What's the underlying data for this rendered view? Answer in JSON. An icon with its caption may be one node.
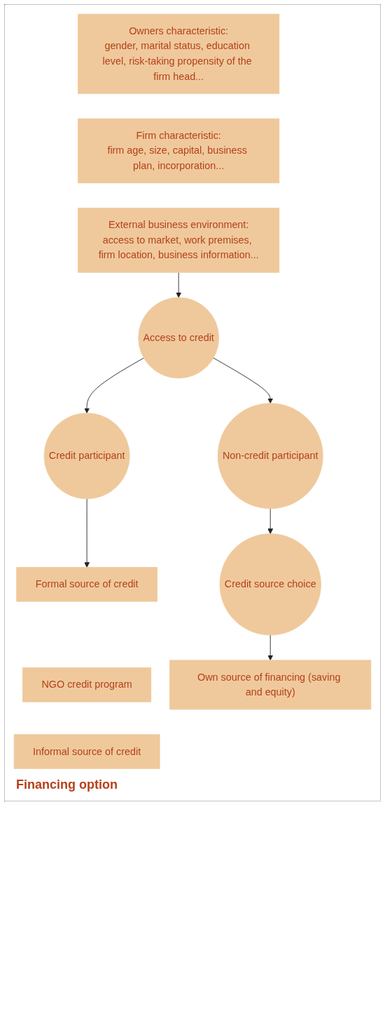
{
  "diagram": {
    "nodes": [
      {
        "text": [
          "Owners characteristic:",
          "gender, marital status, education level, risk-taking propensity of the firm head..."
        ]
      },
      {
        "text": [
          "Firm characteristic:",
          "firm age, size, capital, business plan, incorporation..."
        ]
      },
      {
        "text": [
          "External business environment:",
          "access to market, work premises, firm location, business information..."
        ]
      },
      {
        "text": [
          "Access to credit"
        ]
      },
      {
        "text": [
          "Credit participant"
        ]
      },
      {
        "text": [
          "Non-credit participant"
        ]
      },
      {
        "text": [
          "Credit source choice"
        ]
      },
      {
        "text": [
          "Formal source of credit"
        ]
      },
      {
        "text": [
          "NGO credit program"
        ]
      },
      {
        "text": [
          "Informal source of credit"
        ]
      },
      {
        "text": [
          "Own source of financing (saving and equity)"
        ]
      }
    ],
    "edges": [
      {
        "from": 2,
        "to": 3,
        "arrow": "to"
      },
      {
        "from": 3,
        "to": 4,
        "arrow": "to"
      },
      {
        "from": 3,
        "to": 5,
        "arrow": "to"
      },
      {
        "from": 5,
        "to": 6,
        "arrow": "to"
      },
      {
        "from": 4,
        "to": 7,
        "arrow": "to"
      },
      {
        "from": 6,
        "to": 10,
        "arrow": "to"
      }
    ],
    "labels": [
      "Financing option"
    ]
  }
}
